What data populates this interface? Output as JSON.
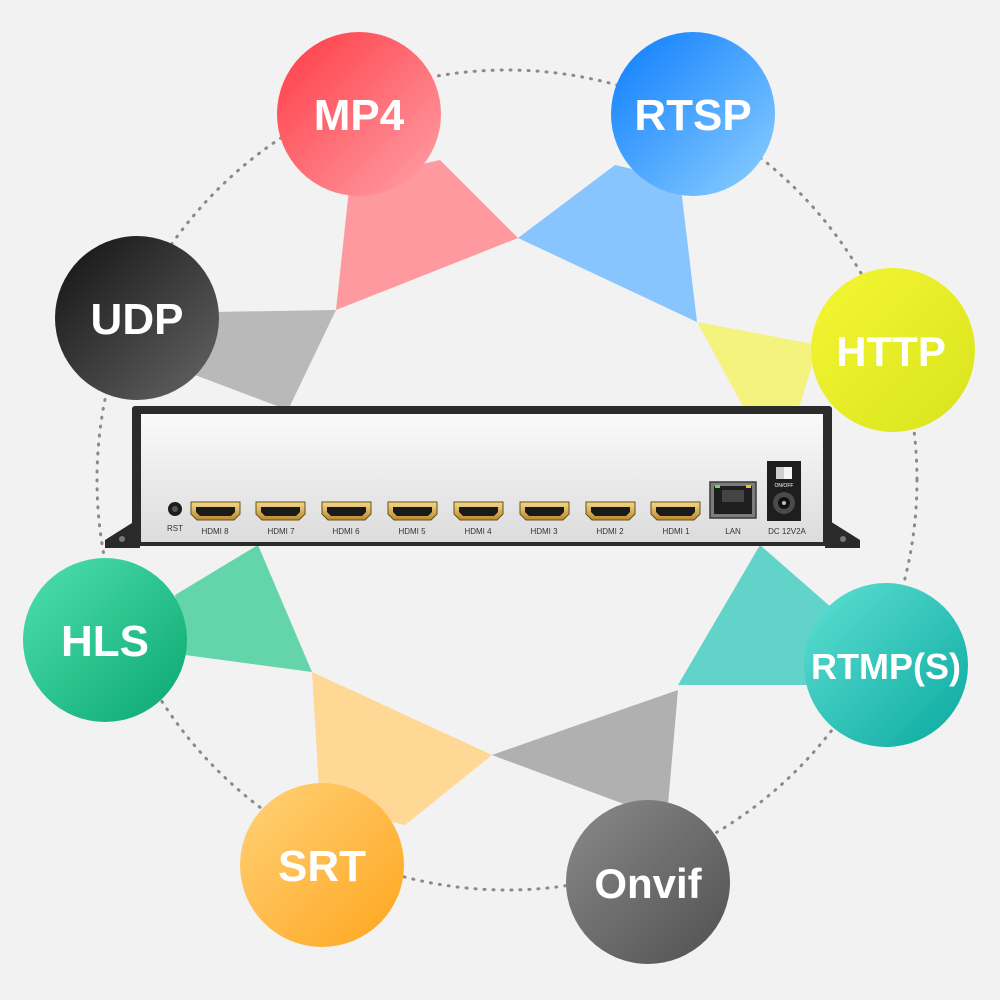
{
  "protocols": [
    {
      "label": "MP4",
      "color": "#ff4a55",
      "color_light": "#ff9aa0"
    },
    {
      "label": "RTSP",
      "color": "#1c8cff",
      "color_light": "#8cc6ff"
    },
    {
      "label": "HTTP",
      "color": "#e4ec22",
      "color_light": "#f4f58a"
    },
    {
      "label": "RTMP(S)",
      "color": "#1ec4b8",
      "color_light": "#86e3dc"
    },
    {
      "label": "Onvif",
      "color": "#6a6a6a",
      "color_light": "#bdbdbd"
    },
    {
      "label": "SRT",
      "color": "#ffb638",
      "color_light": "#ffe1a3"
    },
    {
      "label": "HLS",
      "color": "#1fbf86",
      "color_light": "#8ee6c4"
    },
    {
      "label": "UDP",
      "color": "#262626",
      "color_light": "#b0b0b0"
    }
  ],
  "device": {
    "reset_label": "RST",
    "hdmi_ports": [
      "HDMI 8",
      "HDMI 7",
      "HDMI 6",
      "HDMI 5",
      "HDMI 4",
      "HDMI 3",
      "HDMI 2",
      "HDMI 1"
    ],
    "lan_label": "LAN",
    "power_label": "DC 12V2A",
    "switch_label": "ON/OFF"
  }
}
